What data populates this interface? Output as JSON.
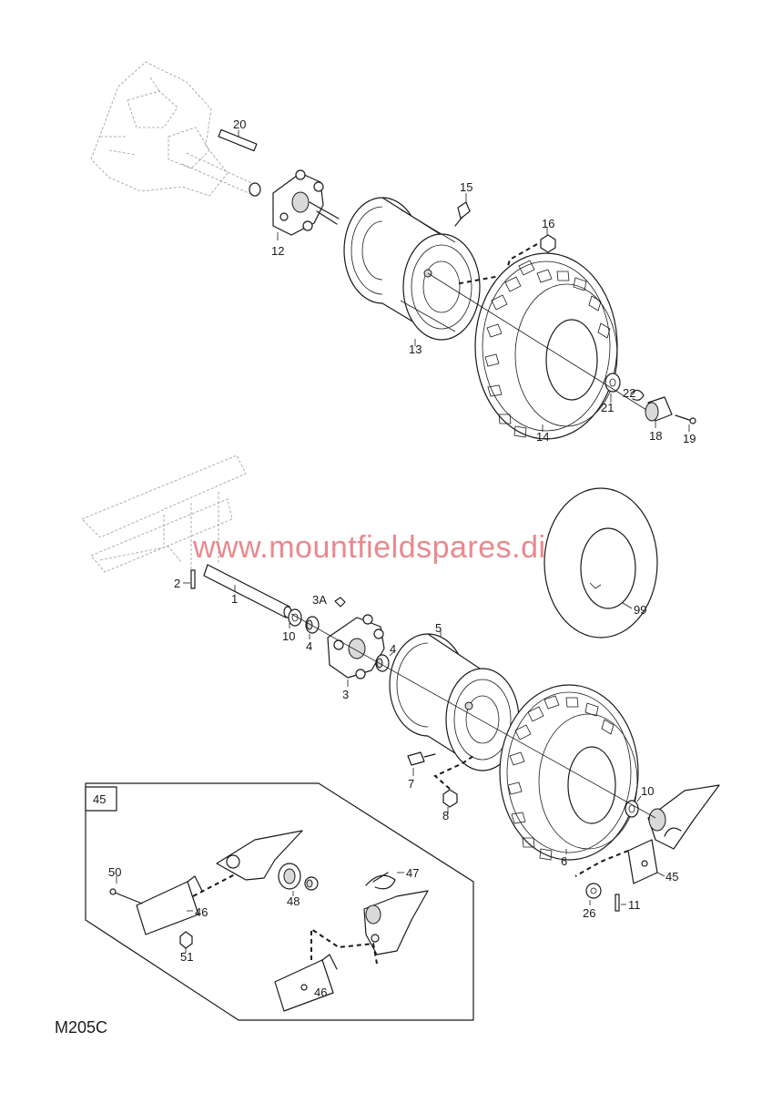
{
  "diagram_code": "M205C",
  "watermark": "www.mountfieldspares.direct",
  "callouts": {
    "c20": "20",
    "c15": "15",
    "c16": "16",
    "c12": "12",
    "c13": "13",
    "c21": "21",
    "c22": "22",
    "c14": "14",
    "c18": "18",
    "c19": "19",
    "c2": "2",
    "c1": "1",
    "c3A": "3A",
    "c10a": "10",
    "c4a": "4",
    "c5": "5",
    "c4b": "4",
    "c3": "3",
    "c99": "99",
    "c7": "7",
    "c8": "8",
    "c10b": "10",
    "c6": "6",
    "c45": "45",
    "c26": "26",
    "c11": "11"
  },
  "inset": {
    "title": "45",
    "callouts": {
      "c50": "50",
      "c46a": "46",
      "c48": "48",
      "c47": "47",
      "c51": "51",
      "c46b": "46"
    }
  },
  "icons": {
    "wheel": "wheel-rim-icon",
    "tyre": "tyre-icon",
    "hub": "hub-flange-icon"
  }
}
